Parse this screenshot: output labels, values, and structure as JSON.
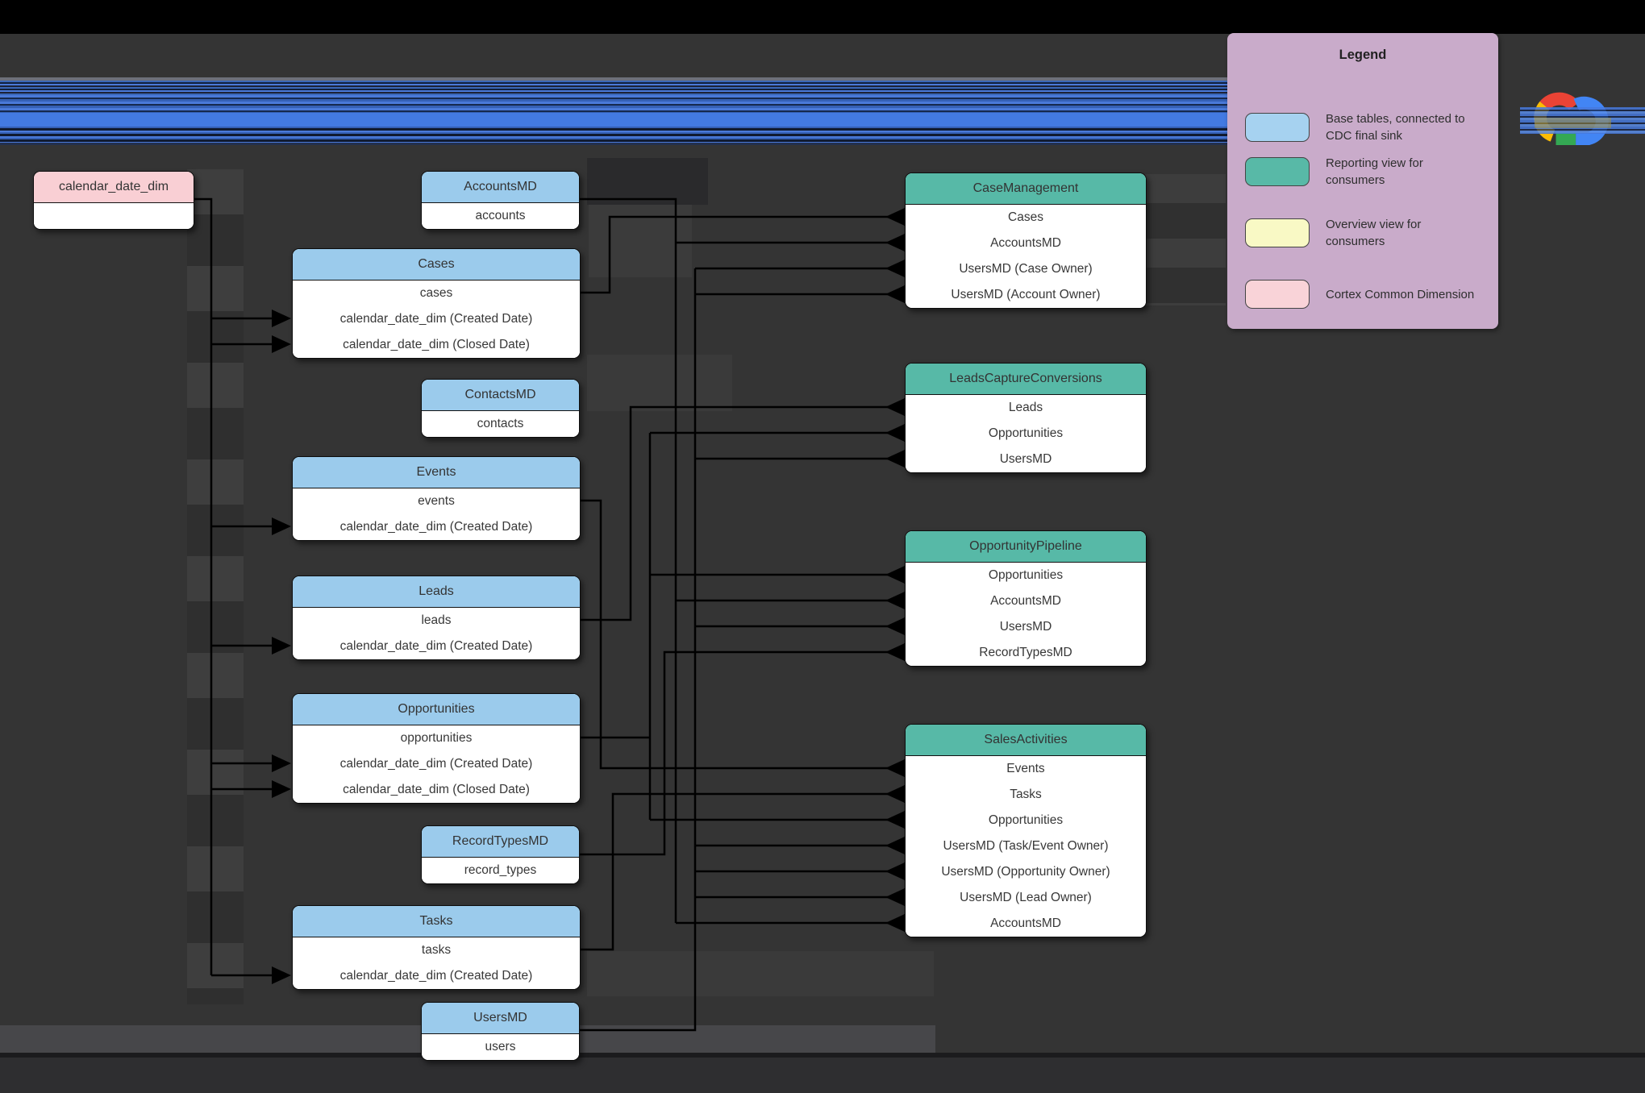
{
  "diagram": {
    "calendar_dim": {
      "title": "calendar_date_dim"
    },
    "base_tables": [
      {
        "title": "AccountsMD",
        "rows": [
          "accounts"
        ]
      },
      {
        "title": "Cases",
        "rows": [
          "cases",
          "calendar_date_dim (Created Date)",
          "calendar_date_dim (Closed Date)"
        ]
      },
      {
        "title": "ContactsMD",
        "rows": [
          "contacts"
        ]
      },
      {
        "title": "Events",
        "rows": [
          "events",
          "calendar_date_dim (Created Date)"
        ]
      },
      {
        "title": "Leads",
        "rows": [
          "leads",
          "calendar_date_dim (Created Date)"
        ]
      },
      {
        "title": "Opportunities",
        "rows": [
          "opportunities",
          "calendar_date_dim (Created Date)",
          "calendar_date_dim (Closed Date)"
        ]
      },
      {
        "title": "RecordTypesMD",
        "rows": [
          "record_types"
        ]
      },
      {
        "title": "Tasks",
        "rows": [
          "tasks",
          "calendar_date_dim (Created Date)"
        ]
      },
      {
        "title": "UsersMD",
        "rows": [
          "users"
        ]
      }
    ],
    "reporting_views": [
      {
        "title": "CaseManagement",
        "rows": [
          "Cases",
          "AccountsMD",
          "UsersMD (Case Owner)",
          "UsersMD (Account Owner)"
        ]
      },
      {
        "title": "LeadsCaptureConversions",
        "rows": [
          "Leads",
          "Opportunities",
          "UsersMD"
        ]
      },
      {
        "title": "OpportunityPipeline",
        "rows": [
          "Opportunities",
          "AccountsMD",
          "UsersMD",
          "RecordTypesMD"
        ]
      },
      {
        "title": "SalesActivities",
        "rows": [
          "Events",
          "Tasks",
          "Opportunities",
          "UsersMD (Task/Event Owner)",
          "UsersMD (Opportunity Owner)",
          "UsersMD (Lead Owner)",
          "AccountsMD"
        ]
      }
    ]
  },
  "legend": {
    "title": "Legend",
    "items": [
      {
        "label": "Base tables, connected to CDC final sink",
        "color": "#a6d2f0"
      },
      {
        "label": "Reporting view for consumers",
        "color": "#58b9a7"
      },
      {
        "label": "Overview view for consumers",
        "color": "#f9f9c5"
      },
      {
        "label": "Cortex Common Dimension",
        "color": "#f9d3d8"
      }
    ]
  },
  "icons": {
    "logo": "google-cloud-logo"
  },
  "colors": {
    "background": "#343434",
    "base_table_header": "#9bcbec",
    "reporting_view_header": "#57b9a7",
    "dimension_header": "#f9cfd4",
    "overview_view": "#f9f9c5",
    "legend_background": "#c9abca",
    "connector": "#000000",
    "glitch_blue": "#437ae2",
    "logo_red": "#ea4335",
    "logo_blue": "#4285f4",
    "logo_yellow": "#fbbc05",
    "logo_green": "#34a853"
  }
}
